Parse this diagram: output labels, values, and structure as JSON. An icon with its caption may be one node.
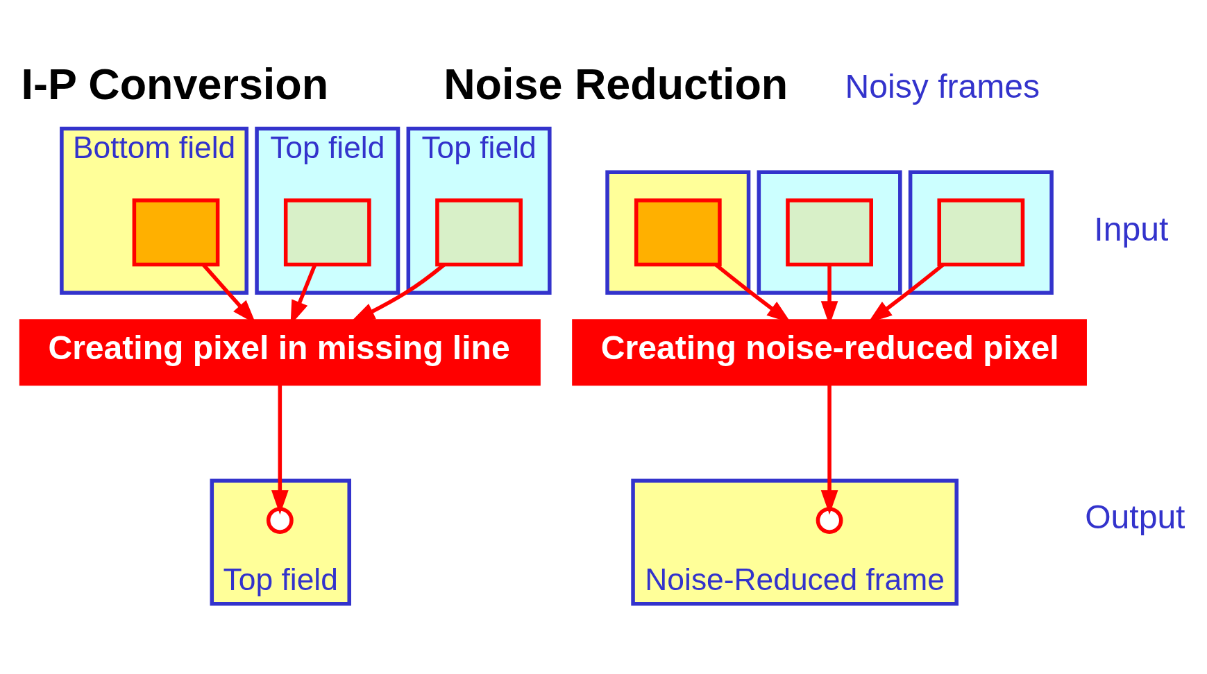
{
  "diagram": {
    "nodes": [
      {
        "text": [
          "Top field"
        ]
      },
      {
        "text": [],
        "shape": "box",
        "in": 0
      },
      {
        "text": [
          "Bottom field"
        ]
      },
      {
        "text": [],
        "shape": "box",
        "in": 2
      },
      {
        "text": [
          "Top field"
        ]
      },
      {
        "text": [],
        "shape": "box",
        "in": 4
      },
      {
        "text": [
          "Creating pixel in missing line"
        ]
      },
      {
        "text": [
          "Top field"
        ]
      },
      {
        "text": [],
        "shape": "circle",
        "in": 7
      },
      {
        "text": [],
        "shape": "box"
      },
      {
        "text": [],
        "shape": "box",
        "in": 9
      },
      {
        "text": [],
        "shape": "box"
      },
      {
        "text": [],
        "shape": "box",
        "in": 11
      },
      {
        "text": [],
        "shape": "box"
      },
      {
        "text": [],
        "shape": "box",
        "in": 13
      },
      {
        "text": [
          "Creating noise-reduced pixel"
        ]
      },
      {
        "text": [
          "Noise-Reduced frame"
        ]
      },
      {
        "text": [],
        "shape": "circle",
        "in": 16
      }
    ],
    "edges": [
      {
        "from": 1,
        "to": 6,
        "arrow": "to"
      },
      {
        "from": 3,
        "to": 6,
        "arrow": "to"
      },
      {
        "from": 5,
        "to": 6,
        "arrow": "to"
      },
      {
        "from": 6,
        "to": 8,
        "arrow": "to"
      },
      {
        "from": 10,
        "to": 15,
        "arrow": "to"
      },
      {
        "from": 12,
        "to": 15,
        "arrow": "to"
      },
      {
        "from": 14,
        "to": 15,
        "arrow": "to"
      },
      {
        "from": 15,
        "to": 17,
        "arrow": "to"
      }
    ],
    "labels": [
      "I-P Conversion",
      "Noise Reduction",
      "Input",
      "Output",
      "Noisy frames"
    ]
  }
}
